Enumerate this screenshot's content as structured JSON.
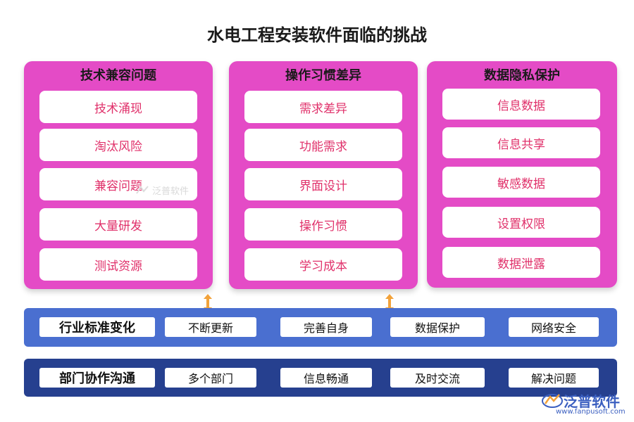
{
  "title": "水电工程安装软件面临的挑战",
  "columns": [
    {
      "title": "技术兼容问题",
      "items": [
        "技术涌现",
        "淘汰风险",
        "兼容问题",
        "大量研发",
        "测试资源"
      ]
    },
    {
      "title": "操作习惯差异",
      "items": [
        "需求差异",
        "功能需求",
        "界面设计",
        "操作习惯",
        "学习成本"
      ]
    },
    {
      "title": "数据隐私保护",
      "items": [
        "信息数据",
        "信息共享",
        "敏感数据",
        "设置权限",
        "数据泄露"
      ]
    }
  ],
  "bars": [
    {
      "lead": "行业标准变化",
      "items": [
        "不断更新",
        "完善自身",
        "数据保护",
        "网络安全"
      ]
    },
    {
      "lead": "部门协作沟通",
      "items": [
        "多个部门",
        "信息畅通",
        "及时交流",
        "解决问题"
      ]
    }
  ],
  "watermark": "泛普软件",
  "brand": {
    "name": "泛普软件",
    "url": "www.fanpusoft.com"
  },
  "colors": {
    "column_bg": "#e44bc6",
    "item_text": "#e0306a",
    "bar1": "#4a6fd0",
    "bar2": "#26408f",
    "arrow": "#f2a23a",
    "brand": "#3b5fc0"
  }
}
